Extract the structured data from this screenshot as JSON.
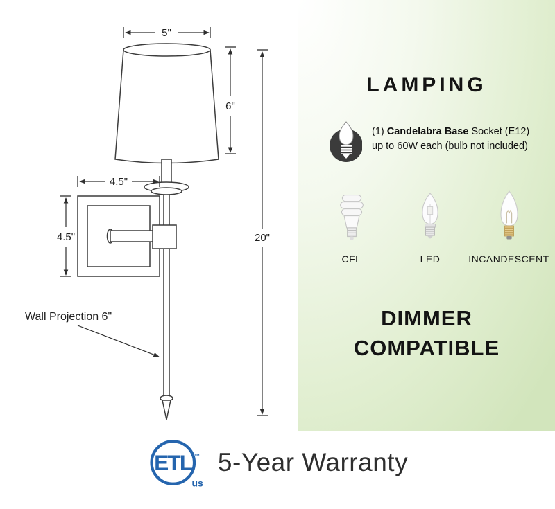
{
  "diagram": {
    "shade_width": "5\"",
    "shade_height": "6\"",
    "arm_width": "4.5\"",
    "plate_height": "4.5\"",
    "total_height": "20\"",
    "wall_projection": "Wall Projection 6\""
  },
  "lamping": {
    "title": "LAMPING",
    "socket_prefix": "(1) ",
    "socket_bold": "Candelabra Base",
    "socket_suffix": " Socket (E12)",
    "socket_line2": "up to 60W each (bulb not included)",
    "bulbs": [
      {
        "label": "CFL"
      },
      {
        "label": "LED"
      },
      {
        "label": "INCANDESCENT"
      }
    ],
    "dimmer_line1": "DIMMER",
    "dimmer_line2": "COMPATIBLE"
  },
  "footer": {
    "etl": "ETL",
    "etl_tm": "™",
    "etl_us": "us",
    "warranty": "5-Year Warranty"
  },
  "colors": {
    "etl_blue": "#2565ae",
    "panel_green": "#d2e5bc",
    "line": "#3c3c3c"
  }
}
